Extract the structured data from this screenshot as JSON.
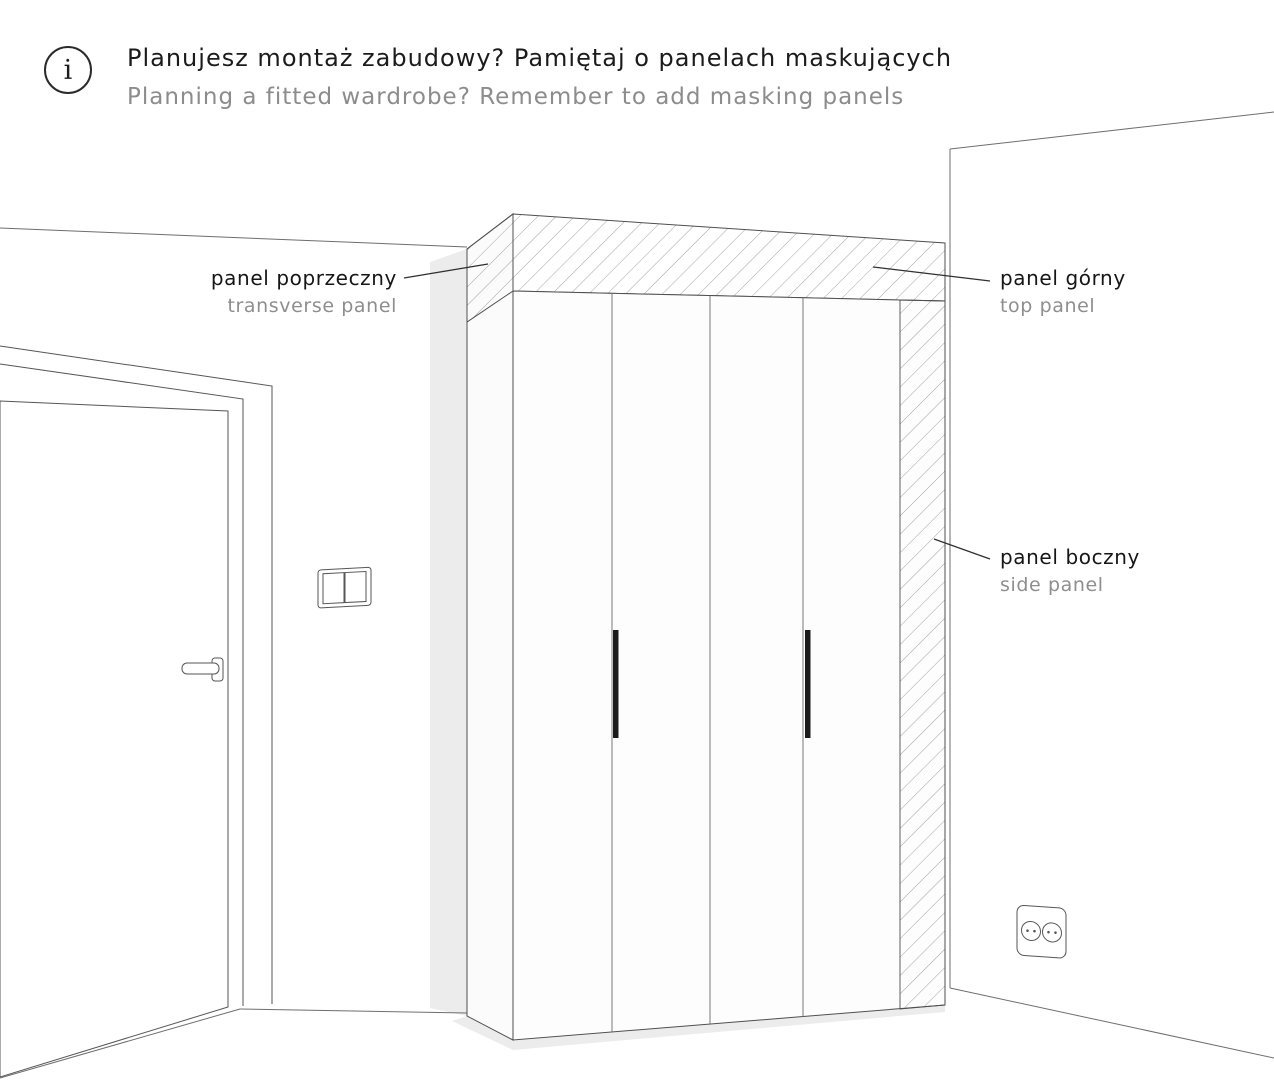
{
  "header": {
    "icon_glyph": "i",
    "title_pl": "Planujesz montaż zabudowy? Pamiętaj o panelach maskujących",
    "title_en": "Planning a fitted wardrobe? Remember to add masking panels"
  },
  "labels": {
    "transverse": {
      "pl": "panel poprzeczny",
      "en": "transverse panel"
    },
    "top": {
      "pl": "panel górny",
      "en": "top panel"
    },
    "side": {
      "pl": "panel boczny",
      "en": "side panel"
    }
  },
  "colors": {
    "text_dark": "#1b1b1b",
    "text_gray": "#8c8c8c",
    "outline": "#4f4f4f",
    "wall_line": "#6e6e6e",
    "hatch_line": "#979797",
    "shadow": "#ececec",
    "handle": "#1a1a1a"
  },
  "illustration": {
    "scene": "room corner with fitted four-door wardrobe",
    "elements": [
      "door",
      "door-handle",
      "light-switch",
      "wardrobe",
      "wardrobe-handles",
      "power-outlet",
      "masking-panels-hatched"
    ]
  }
}
